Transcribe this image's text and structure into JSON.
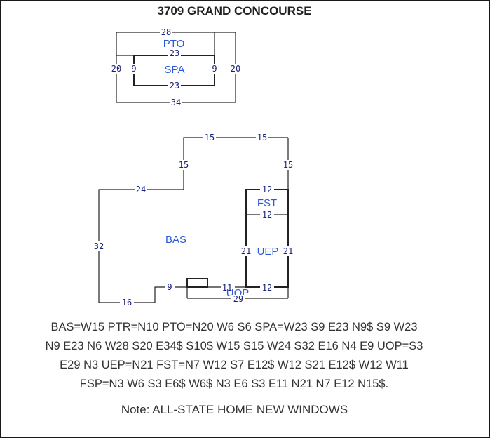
{
  "title": "3709 GRAND CONCOURSE",
  "areas": {
    "pto": "PTO",
    "spa": "SPA",
    "bas": "BAS",
    "fst": "FST",
    "uep": "UEP",
    "uop": "UOP"
  },
  "dimensions": {
    "pto_top": "28",
    "pto_left": "20",
    "pto_right": "20",
    "pto_bottom": "34",
    "spa_top": "23",
    "spa_left": "9",
    "spa_right": "9",
    "spa_bottom": "23",
    "bas_top_right": "15",
    "bas_top_mid": "15",
    "bas_step_vertical": "15",
    "bas_right_upper": "15",
    "bas_step_horizontal": "24",
    "bas_left": "32",
    "bas_bottom_left": "16",
    "bas_bottom_step": "9",
    "uop_top": "11",
    "uop_bottom": "29",
    "fst_top": "12",
    "fst_bottom": "12",
    "uep_left": "21",
    "uep_right": "21",
    "uep_bottom": "12"
  },
  "description_lines": [
    "BAS=W15 PTR=N10 PTO=N20 W6 S6 SPA=W23 S9 E23 N9$ S9 W23",
    "N9 E23 N6 W28 S20 E34$ S10$ W15 S15 W24 S32 E16 N4 E9 UOP=S3",
    "E29 N3 UEP=N21 FST=N7 W12 S7 E12$ W12 S21 E12$ W12 W11",
    "FSP=N3 W6 S3 E6$ W6$ N3 E6 S3 E11 N21 N7 E12 N15$."
  ],
  "note": "Note: ALL-STATE HOME NEW WINDOWS"
}
